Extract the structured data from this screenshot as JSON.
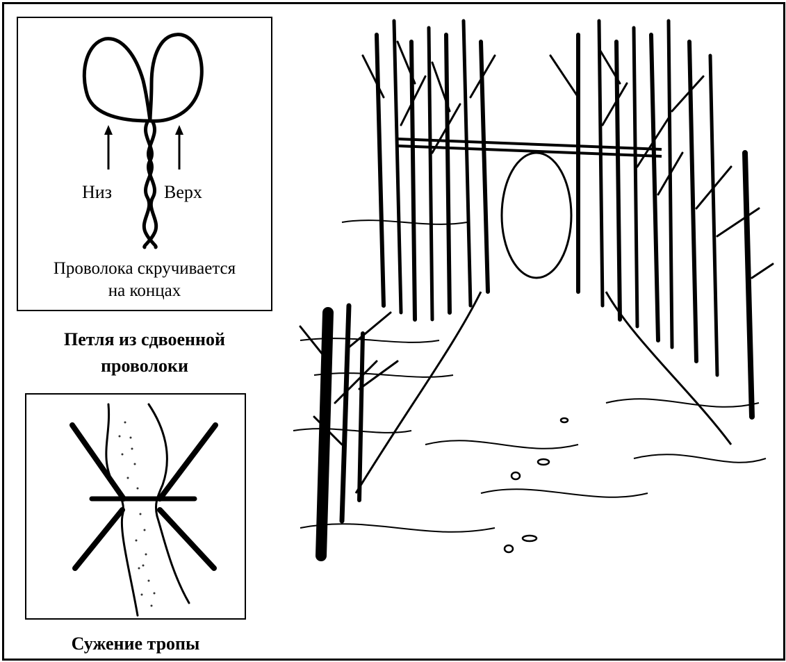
{
  "loop_diagram": {
    "label_bottom": "Низ",
    "label_top": "Верх",
    "caption_line1": "Проволока скручивается",
    "caption_line2": "на концах"
  },
  "loop_title": {
    "line1": "Петля из сдвоенной",
    "line2": "проволоки"
  },
  "narrow_title": "Сужение тропы",
  "icons": {
    "loop": "double-wire-loop-icon",
    "arrow": "up-arrow-icon",
    "path": "trail-narrowing-icon",
    "scene": "snare-fence-illustration"
  }
}
